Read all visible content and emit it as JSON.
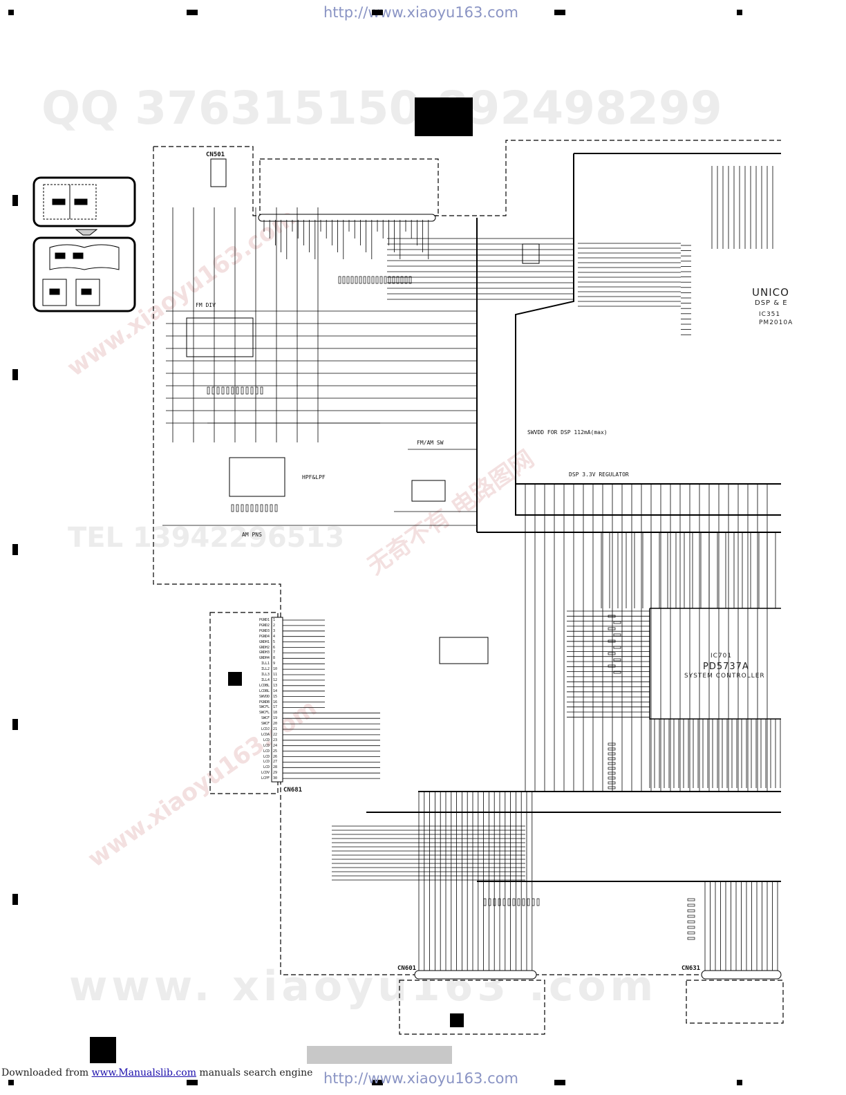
{
  "header": {
    "url": "http://www.xiaoyu163.com"
  },
  "watermarks": {
    "top": "QQ 376315150   892498299",
    "mid": "TEL 13942296513",
    "bottom": "www. xiaoyu163 .com",
    "diag1": "www.xiaoyu163.com",
    "diag2": "无奇不有 电路图网"
  },
  "connectors": {
    "cn501": "CN501",
    "cn681": "CN681",
    "cn601": "CN601",
    "cn631": "CN631"
  },
  "blocks": {
    "fm_div": "FM DIV",
    "hpf_lpf": "HPF&LPF",
    "am_pns": "AM PNS",
    "fm_am_sw": "FM/AM SW",
    "svdd": "SWVDD FOR DSP  112mA(max)",
    "dsp_reg": "DSP 3.3V REGULATOR"
  },
  "ic351": {
    "name": "UNICO",
    "line2": "DSP & E",
    "ref": "IC351",
    "part": "PM2010A"
  },
  "ic701": {
    "ref": "IC701",
    "part": "PD5737A",
    "desc": "SYSTEM CONTROLLER"
  },
  "cn681_pins": [
    "PGND1",
    "PGND2",
    "PGND3",
    "PGND4",
    "GNDH1",
    "GNDH2",
    "GNDH3",
    "GNDH4",
    "ILL1",
    "ILL2",
    "ILL3",
    "ILL4",
    "LCDBL",
    "LCDBL",
    "SWVDD",
    "PGNDB",
    "SWCFL",
    "SWCFL",
    "SWCF",
    "SWCF",
    "LCDJ",
    "LCDA",
    "LCD",
    "LCD",
    "LCD",
    "LCD",
    "LCD",
    "LCD",
    "LCDV",
    "LCPF"
  ],
  "footer": {
    "prefix": "Downloaded from ",
    "link": "www.Manualslib.com",
    "suffix": " manuals search engine"
  }
}
